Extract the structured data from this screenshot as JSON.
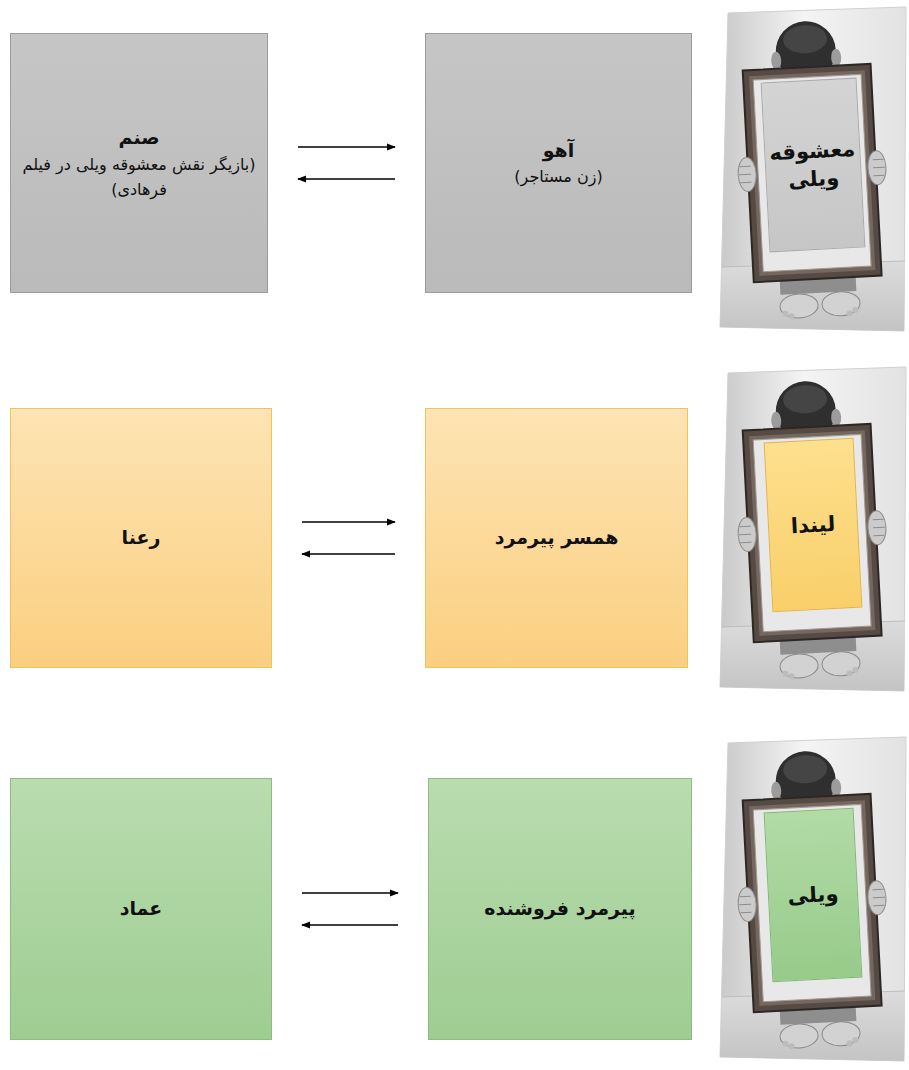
{
  "diagram": {
    "nodes": [
      {
        "text": [
          "معشوقه ویلی"
        ]
      },
      {
        "text": [
          "آهو",
          "(زن مستاجر)"
        ]
      },
      {
        "text": [
          "صنم",
          "(بازیگر نقش معشوقه ویلی در فیلم فرهادی)"
        ]
      },
      {
        "text": [
          "لیندا"
        ]
      },
      {
        "text": [
          "همسر پیرمرد"
        ]
      },
      {
        "text": [
          "رعنا"
        ]
      },
      {
        "text": [
          "ویلی"
        ]
      },
      {
        "text": [
          "پیرمرد فروشنده"
        ]
      },
      {
        "text": [
          "عماد"
        ]
      }
    ],
    "edges": [
      {
        "from": 2,
        "to": 1,
        "arrow": "to"
      },
      {
        "from": 1,
        "to": 2,
        "arrow": "to"
      },
      {
        "from": 5,
        "to": 4,
        "arrow": "to"
      },
      {
        "from": 4,
        "to": 5,
        "arrow": "to"
      },
      {
        "from": 8,
        "to": 7,
        "arrow": "to"
      },
      {
        "from": 7,
        "to": 8,
        "arrow": "to"
      }
    ]
  }
}
